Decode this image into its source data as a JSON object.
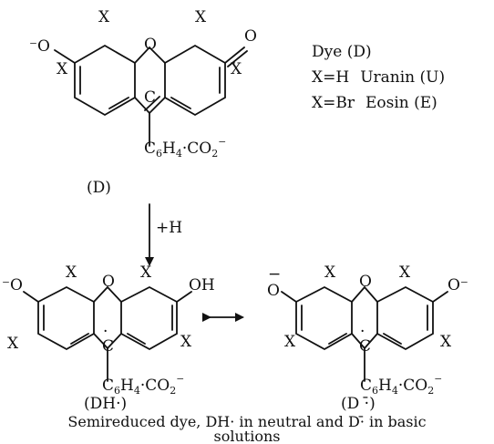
{
  "colors": {
    "ink": "#111111",
    "background": "#ffffff"
  },
  "legend": {
    "title": "Dye (D)",
    "row1": {
      "x": "X",
      "eq": "=",
      "sub": "H",
      "name": "Uranin (U)"
    },
    "row2": {
      "x": "X",
      "eq": "=",
      "sub": "Br",
      "name": "Eosin (E)"
    }
  },
  "structure_top": {
    "o_minus": "⁻O",
    "ring_o": "O",
    "keto_o": "O",
    "x": "X",
    "carbon": "C",
    "substituent": {
      "c": "C",
      "six": "6",
      "h": "H",
      "four": "4",
      "co": "·CO",
      "two": "2",
      "minus": "⁻"
    },
    "label": "(D)"
  },
  "arrow": {
    "label": "+H"
  },
  "structure_left": {
    "o_minus": "⁻O",
    "ring_o": "O",
    "oh": "OH",
    "x": "X",
    "carbon": "C",
    "radical_dot": "·",
    "substituent": {
      "c": "C",
      "six": "6",
      "h": "H",
      "four": "4",
      "co": "·CO",
      "two": "2",
      "minus": "⁻"
    },
    "label": "(DH·)"
  },
  "resonance_arrow": "↔",
  "structure_right": {
    "o_left": "O",
    "o_left_minus": "−",
    "ring_o": "O",
    "o_right": "O⁻",
    "x": "X",
    "carbon": "C",
    "radical_dot": "·",
    "substituent": {
      "c": "C",
      "six": "6",
      "h": "H",
      "four": "4",
      "co": "·CO",
      "two": "2",
      "minus": "⁻"
    },
    "label": "(D ·̄)"
  },
  "caption": {
    "line1": "Semireduced dye, DH· in neutral and D·̄ in basic",
    "line2": "solutions"
  }
}
